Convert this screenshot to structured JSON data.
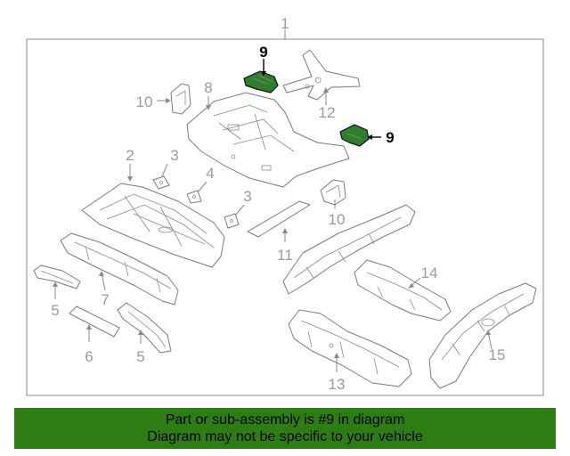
{
  "diagram": {
    "main_callout": "1",
    "callouts": {
      "part_9_top": "9",
      "part_9_right": "9",
      "part_10_left": "10",
      "part_8": "8",
      "part_12": "12",
      "part_2": "2",
      "part_3_a": "3",
      "part_4": "4",
      "part_3_b": "3",
      "part_10_right": "10",
      "part_11": "11",
      "part_14": "14",
      "part_7": "7",
      "part_5_left": "5",
      "part_6": "6",
      "part_5_bottom": "5",
      "part_13": "13",
      "part_15": "15"
    },
    "highlight_color": "#2f7d2f"
  },
  "banner": {
    "line1": "Part or sub-assembly is #9 in diagram",
    "line2": "Diagram may not be specific to your vehicle",
    "color": "#2e7d14"
  }
}
